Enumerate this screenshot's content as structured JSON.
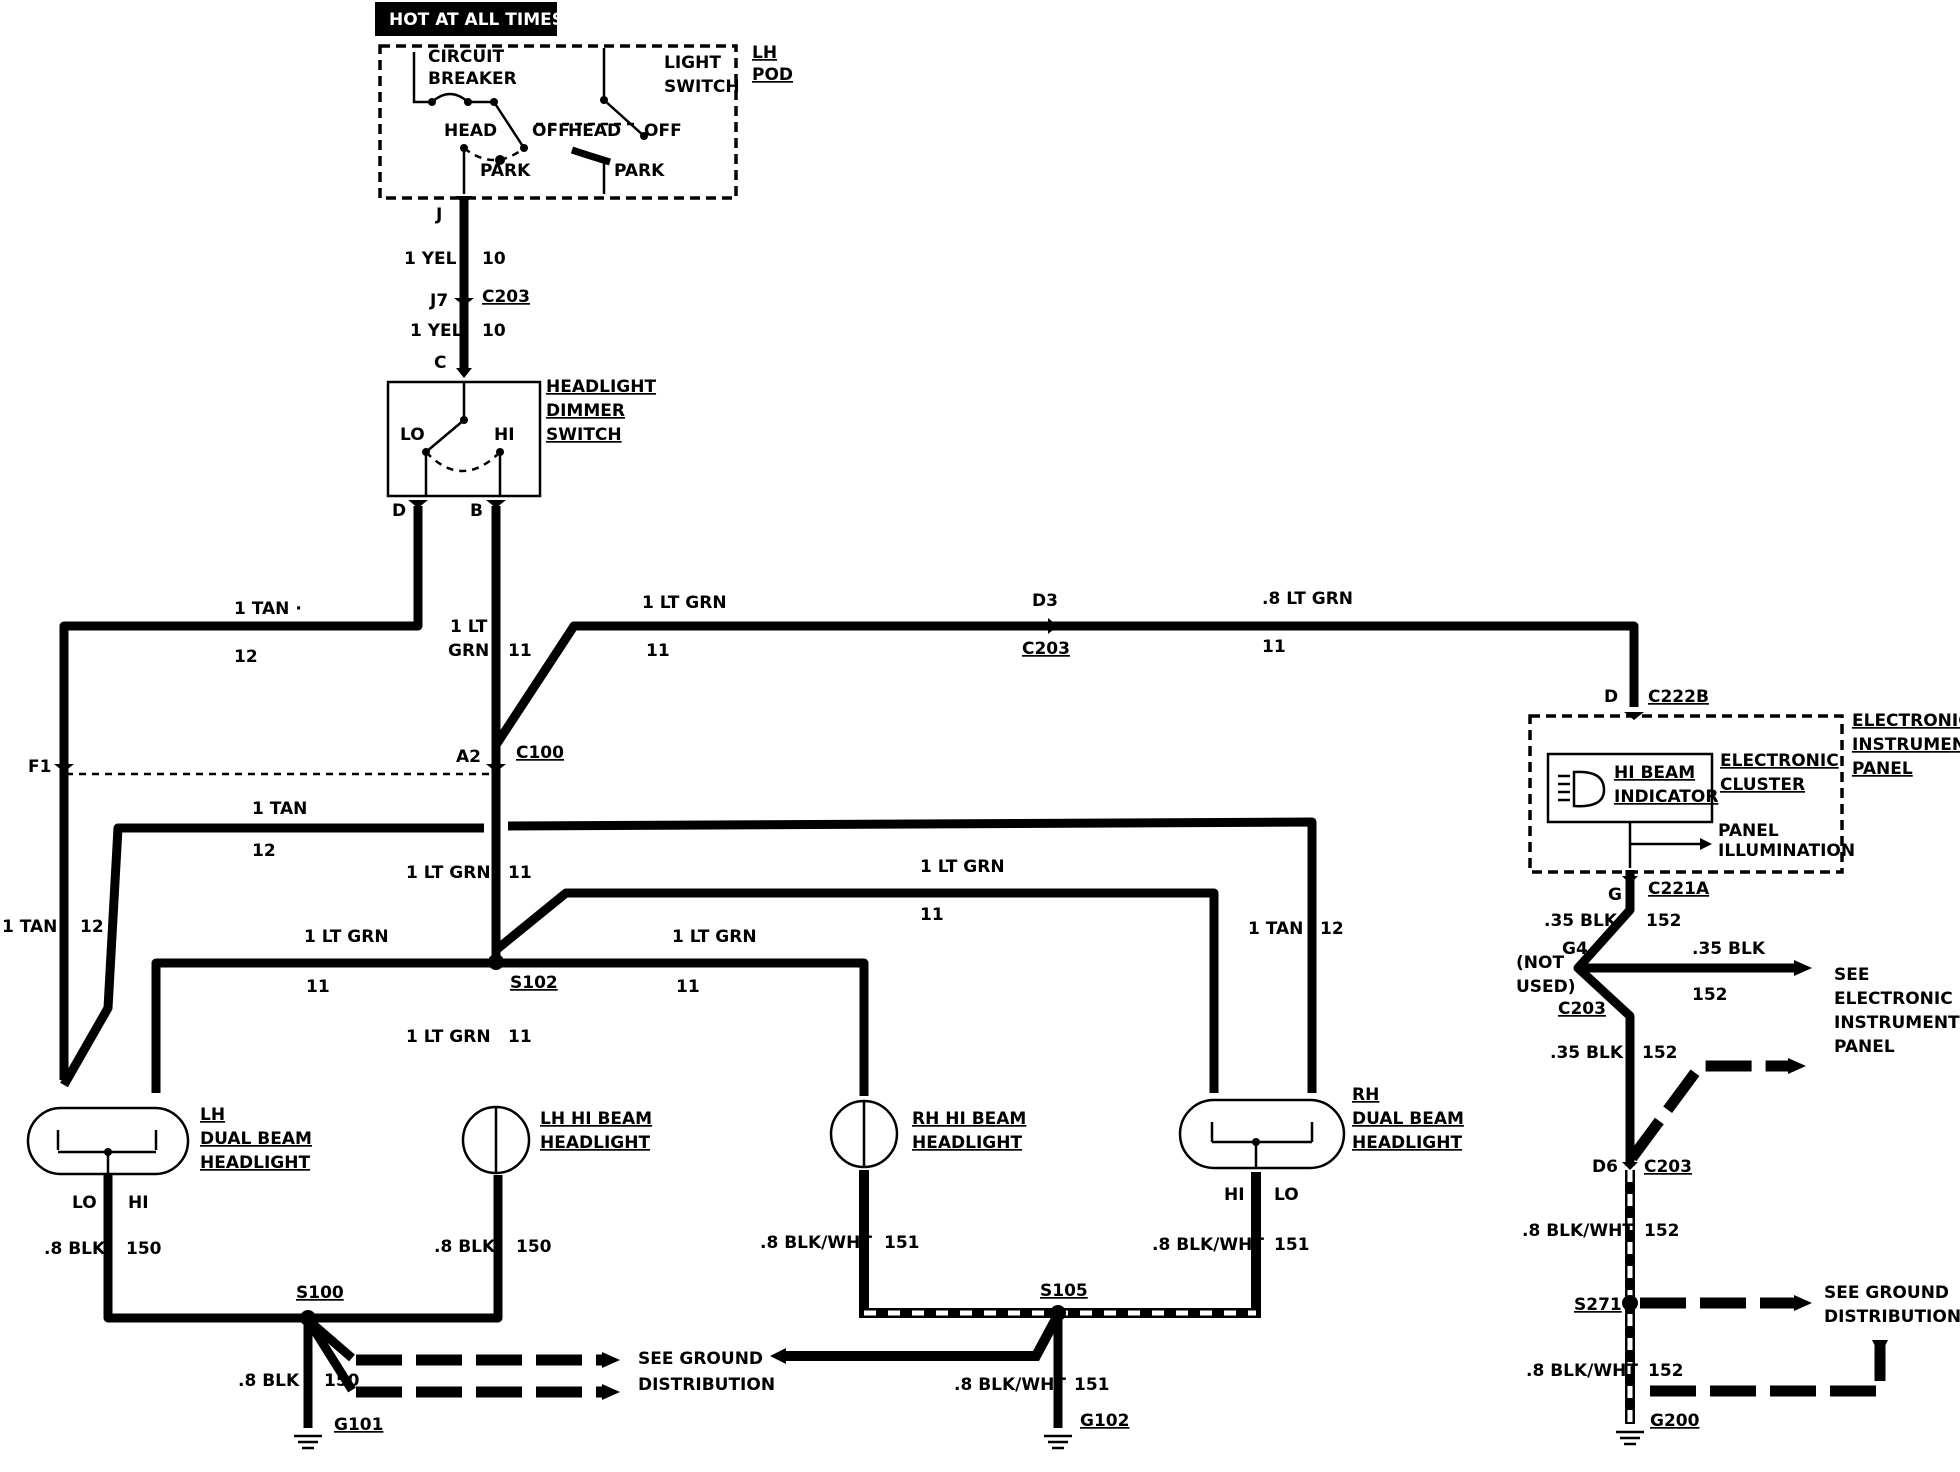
{
  "banner": "HOT AT ALL TIMES",
  "light_switch": {
    "circuit_breaker": [
      "CIRCUIT",
      "BREAKER"
    ],
    "name": [
      "LIGHT",
      "SWITCH"
    ],
    "pod": [
      "LH",
      "POD"
    ],
    "head": "HEAD",
    "off": "OFF",
    "park": "PARK"
  },
  "dimmer": {
    "name": [
      "HEADLIGHT",
      "DIMMER",
      "SWITCH"
    ],
    "lo": "LO",
    "hi": "HI"
  },
  "pins": {
    "J": "J",
    "J7": "J7",
    "C": "C",
    "D": "D",
    "B": "B",
    "F1": "F1",
    "A2": "A2",
    "D3": "D3",
    "Dc": "D",
    "G": "G",
    "G4": "G4",
    "D6": "D6",
    "LO": "LO",
    "HI": "HI"
  },
  "connectors": {
    "C203": "C203",
    "C100": "C100",
    "C222B": "C222B",
    "C221A": "C221A"
  },
  "splices": {
    "S102": "S102",
    "S100": "S100",
    "S105": "S105",
    "S271": "S271"
  },
  "grounds": {
    "G101": "G101",
    "G102": "G102",
    "G200": "G200"
  },
  "wires": {
    "yel": "1 YEL",
    "c10": "10",
    "tan": "1 TAN",
    "tan_glyph": "1 TAN ·",
    "c12": "12",
    "ltgrn": "1 LT GRN",
    "lt": "1 LT",
    "grn": "GRN",
    "ltgrn_08": ".8 LT GRN",
    "c11": "11",
    "blk08": ".8 BLK",
    "c150": "150",
    "blkwht08": ".8 BLK/WHT",
    "c151": "151",
    "c152": "152",
    "blk035": ".35 BLK"
  },
  "cluster": {
    "panel": [
      "ELECTRONIC",
      "INSTRUMENT",
      "PANEL"
    ],
    "cluster": [
      "ELECTRONIC",
      "CLUSTER"
    ],
    "indicator": [
      "HI BEAM",
      "INDICATOR"
    ],
    "illum": [
      "PANEL",
      "ILLUMINATION"
    ],
    "not_used": [
      "(NOT",
      "USED)"
    ],
    "see_eip": [
      "SEE",
      "ELECTRONIC",
      "INSTRUMENT",
      "PANEL"
    ]
  },
  "lamps": {
    "lh_dual": [
      "LH",
      "DUAL BEAM",
      "HEADLIGHT"
    ],
    "lh_hi": [
      "LH HI BEAM",
      "HEADLIGHT"
    ],
    "rh_hi": [
      "RH HI BEAM",
      "HEADLIGHT"
    ],
    "rh_dual": [
      "RH",
      "DUAL BEAM",
      "HEADLIGHT"
    ]
  },
  "see_ground": [
    "SEE GROUND",
    "DISTRIBUTION"
  ]
}
